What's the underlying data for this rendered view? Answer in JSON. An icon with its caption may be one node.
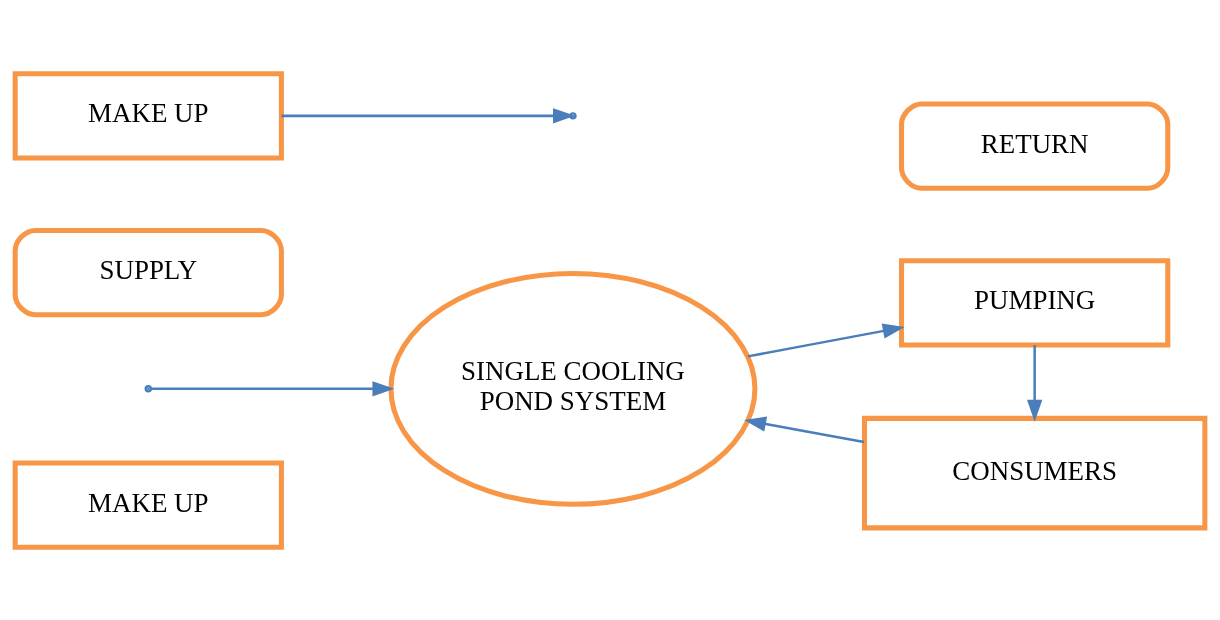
{
  "diagram": {
    "nodes": [
      {
        "text": [
          "MAKE UP"
        ]
      },
      {
        "text": [
          "SINGLE COOLING POND SYSTEM"
        ]
      },
      {
        "text": [
          "PUMPING"
        ]
      },
      {
        "text": [
          "SUPPLY"
        ]
      },
      {
        "text": [
          "MAKE UP"
        ]
      },
      {
        "text": [
          "RETURN"
        ]
      },
      {
        "text": [
          "CONSUMERS"
        ]
      }
    ],
    "edges": [
      {
        "from": null,
        "to": 1,
        "arrow": "to"
      },
      {
        "from": 1,
        "to": 2,
        "arrow": "to"
      },
      {
        "from": 2,
        "to": 6,
        "arrow": "to"
      },
      {
        "from": 6,
        "to": 1,
        "arrow": "to"
      },
      {
        "from": 4,
        "to": null,
        "arrow": "to"
      }
    ]
  }
}
